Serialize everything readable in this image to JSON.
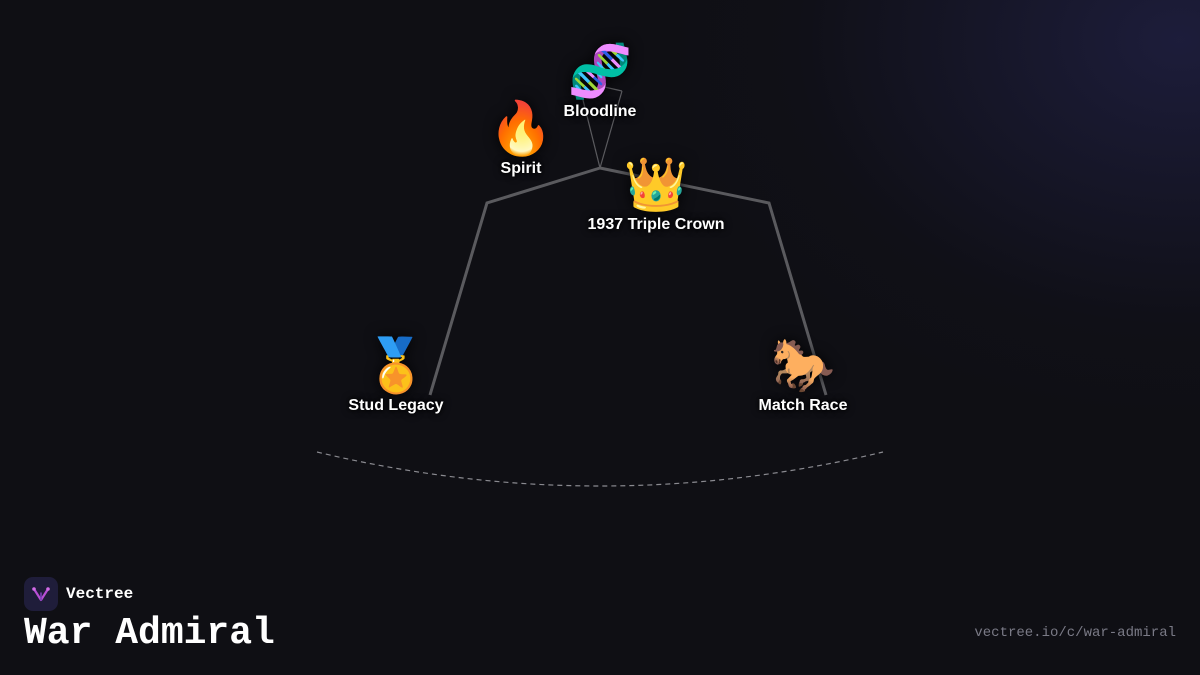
{
  "brand": {
    "name": "Vectree",
    "logo_icon": "vectree-logo-icon",
    "accent": "#b84fd6"
  },
  "page": {
    "title": "War Admiral",
    "url": "vectree.io/c/war-admiral"
  },
  "colors": {
    "background": "#0f0f14",
    "edge": "#5a5a5e",
    "label": "#ffffff"
  },
  "nodes": [
    {
      "id": "bloodline",
      "label": "Bloodline",
      "icon": "dna-icon",
      "glyph": "🧬"
    },
    {
      "id": "spirit",
      "label": "Spirit",
      "icon": "fire-icon",
      "glyph": "🔥"
    },
    {
      "id": "triple-crown",
      "label": "1937 Triple Crown",
      "icon": "crown-icon",
      "glyph": "👑"
    },
    {
      "id": "stud-legacy",
      "label": "Stud Legacy",
      "icon": "medal-icon",
      "glyph": "🏅"
    },
    {
      "id": "match-race",
      "label": "Match Race",
      "icon": "horse-icon",
      "glyph": "🐎"
    }
  ]
}
